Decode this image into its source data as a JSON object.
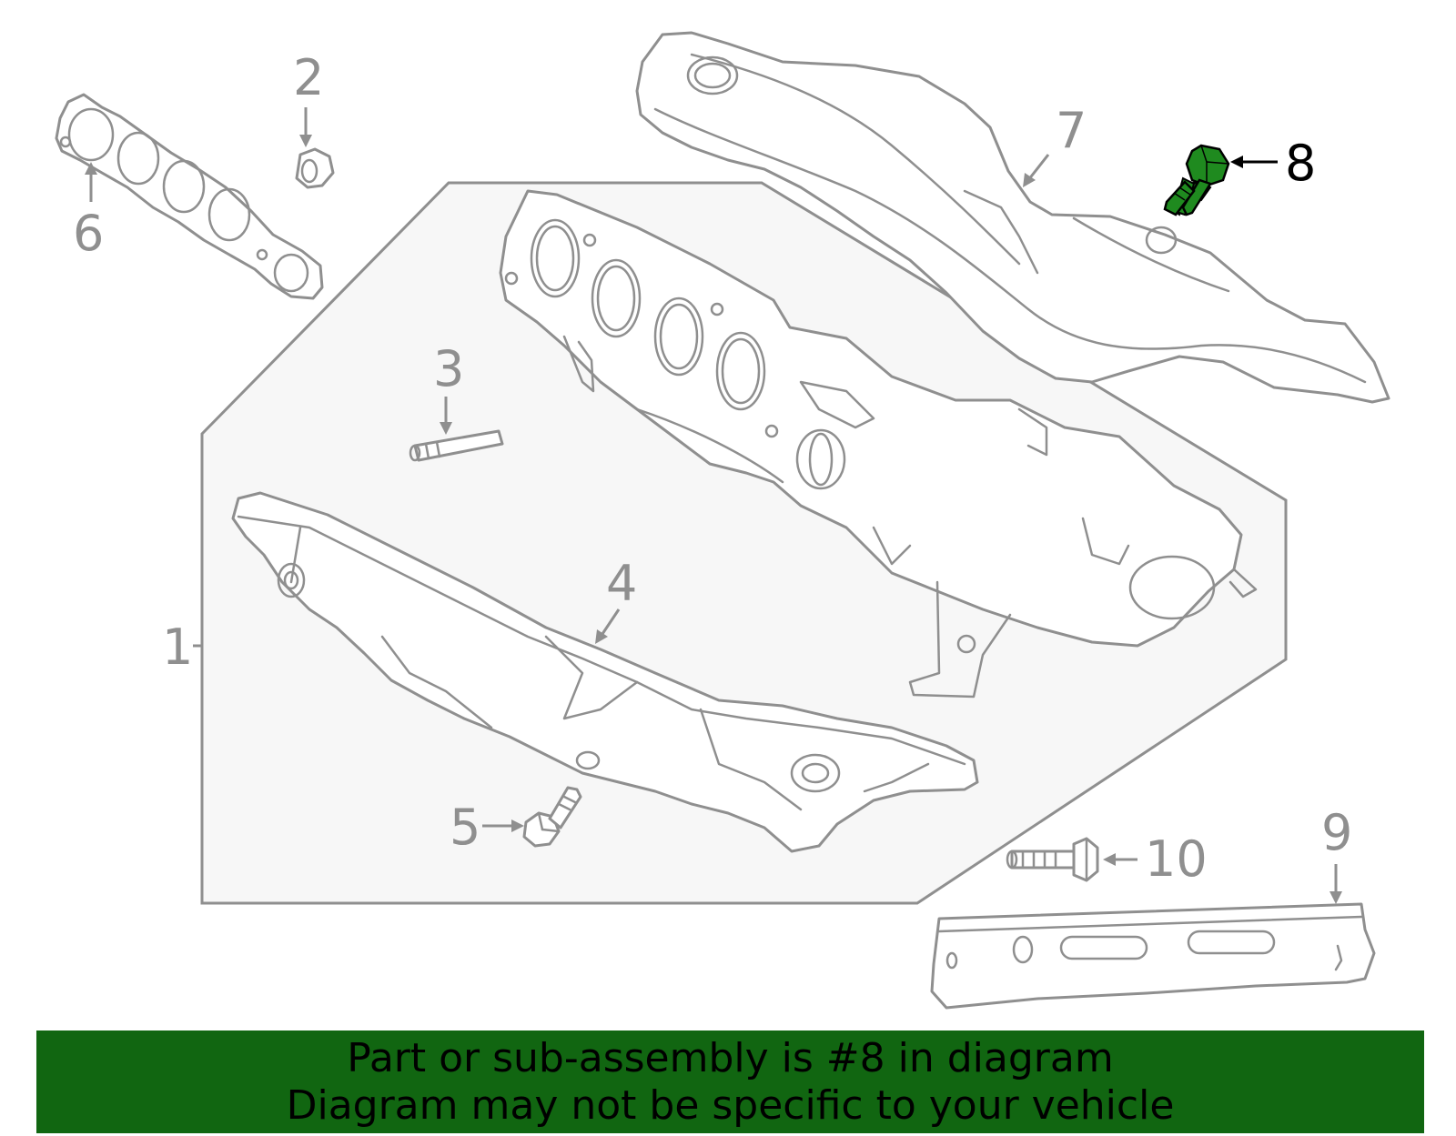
{
  "callouts": {
    "c1": "1",
    "c2": "2",
    "c3": "3",
    "c4": "4",
    "c5": "5",
    "c6": "6",
    "c7": "7",
    "c8": "8",
    "c9": "9",
    "c10": "10"
  },
  "highlighted_part": "8",
  "colors": {
    "highlight_part": "#1f8a1f",
    "banner_background": "#116611",
    "line_gray": "#8f8f8f",
    "assembly_fill": "#f7f7f7"
  },
  "banner": {
    "line1": "Part or sub-assembly is #8 in diagram",
    "line2": "Diagram may not be specific to your vehicle"
  }
}
